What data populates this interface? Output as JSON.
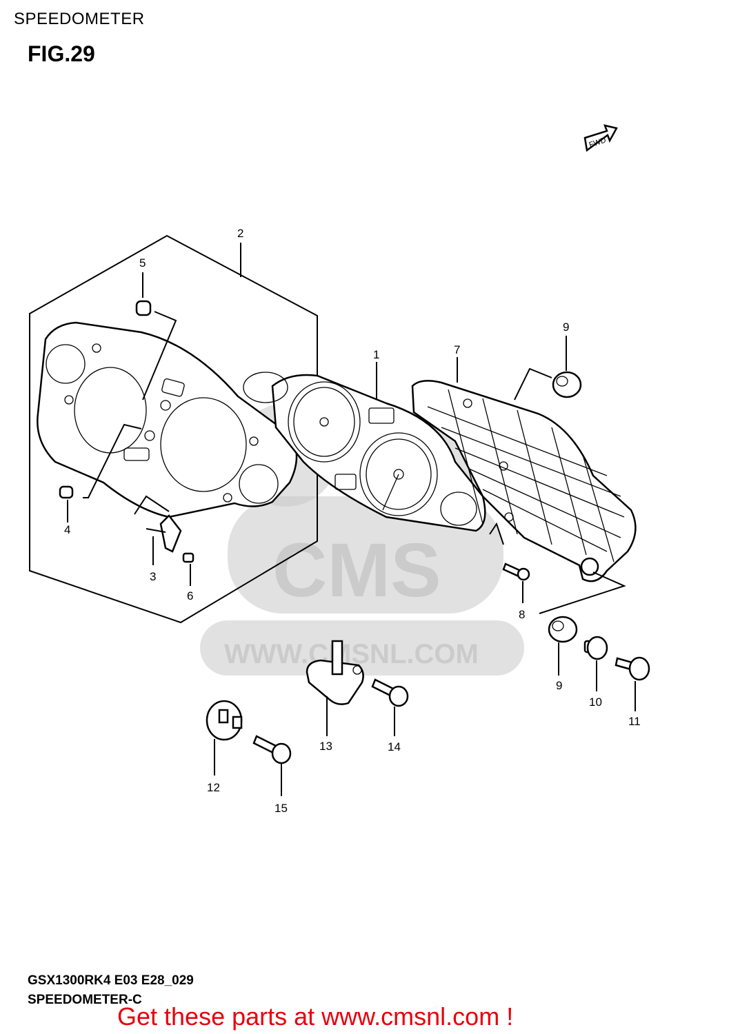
{
  "header": {
    "section_title": "SPEEDOMETER",
    "figure": "FIG.29"
  },
  "fwd_label": "FWD",
  "watermark": {
    "brand": "CMS",
    "url": "WWW.CMSNL.COM"
  },
  "callouts": [
    "1",
    "2",
    "3",
    "4",
    "5",
    "6",
    "7",
    "8",
    "9",
    "9",
    "10",
    "11",
    "12",
    "13",
    "14",
    "15"
  ],
  "footer": {
    "model_code": "GSX1300RK4 E03 E28_029",
    "diagram_code": "SPEEDOMETER-C",
    "cta": "Get these parts at www.cmsnl.com !"
  }
}
